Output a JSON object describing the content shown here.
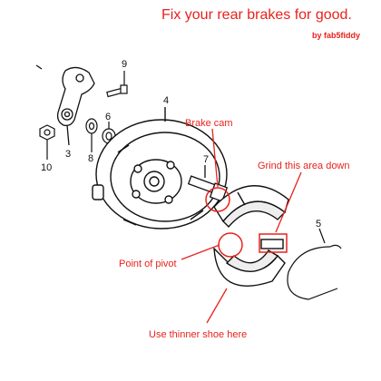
{
  "header": {
    "title": "Fix your rear brakes for good.",
    "byline": "by fab5fiddy"
  },
  "annotations": {
    "brake_cam": "Brake cam",
    "grind_area": "Grind this area down",
    "pivot": "Point of pivot",
    "thinner_shoe": "Use thinner shoe here"
  },
  "part_numbers": {
    "p3": "3",
    "p4": "4",
    "p5": "5",
    "p6": "6",
    "p7": "7",
    "p8": "8",
    "p9": "9",
    "p10": "10"
  },
  "colors": {
    "annotation": "#e8221c",
    "line_art": "#111111"
  }
}
